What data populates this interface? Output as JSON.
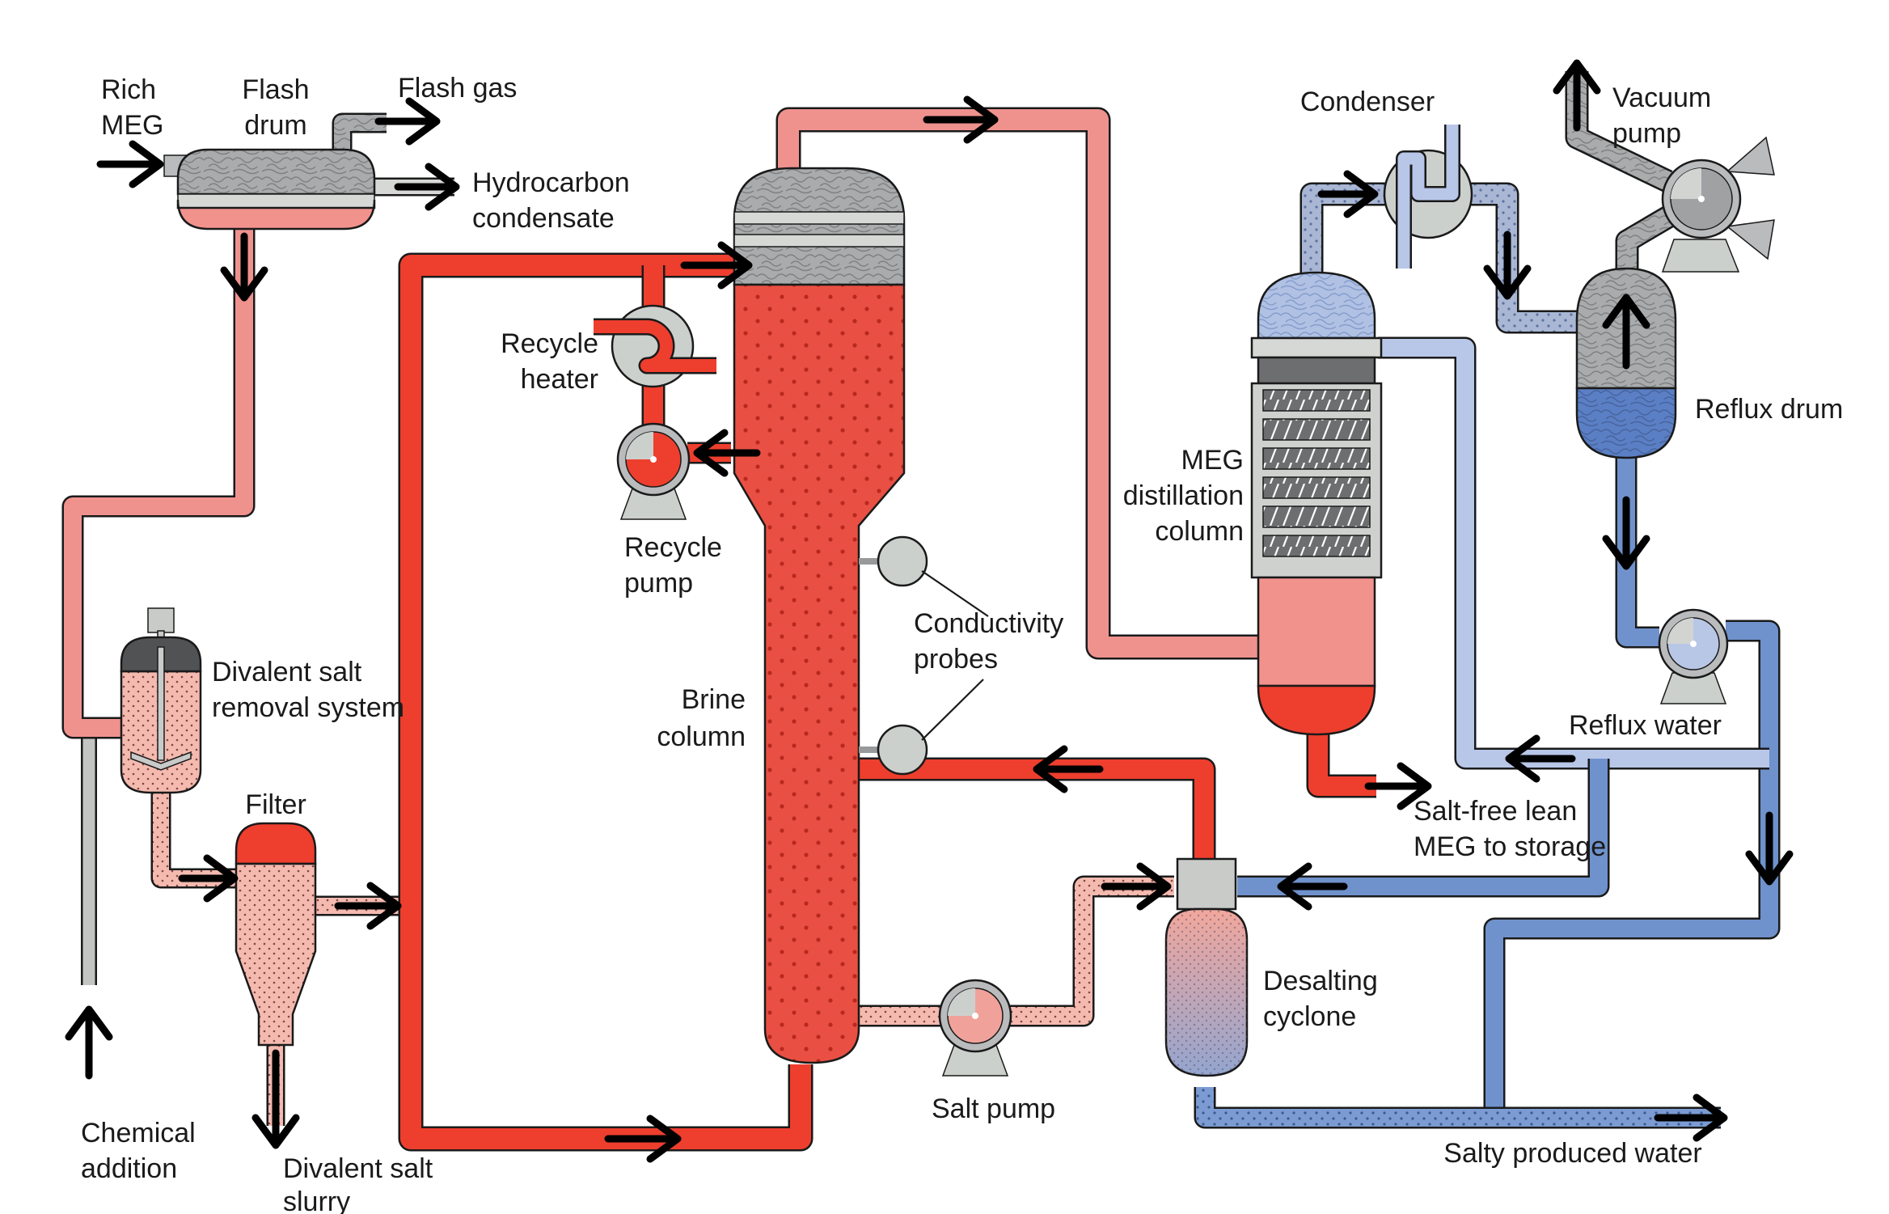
{
  "diagram": {
    "type": "process-flow-diagram",
    "subject": "MEG regeneration and reclamation system"
  },
  "colors": {
    "hot_red": "#ee3e2e",
    "salmon": "#ef928e",
    "speckled_pink": "#f4bab0",
    "speckled_red": "#e95043",
    "pale_blue": "#b8c6e8",
    "mid_blue": "#6f92cc",
    "salty_blue": "#7b9bd2",
    "gray_metal": "#a9abad",
    "light_gray": "#d6d8d6",
    "dark_gray": "#505254",
    "line": "#1a1a1a"
  },
  "labels": {
    "rich_meg": [
      "Rich",
      "MEG"
    ],
    "flash_drum": [
      "Flash",
      "drum"
    ],
    "flash_gas": "Flash gas",
    "hydrocarbon_condensate": [
      "Hydrocarbon",
      "condensate"
    ],
    "recycle_heater": [
      "Recycle",
      "heater"
    ],
    "recycle_pump": [
      "Recycle",
      "pump"
    ],
    "brine_column": [
      "Brine",
      "column"
    ],
    "conductivity_probes": [
      "Conductivity",
      "probes"
    ],
    "divalent_salt_removal": [
      "Divalent salt",
      "removal system"
    ],
    "filter": "Filter",
    "chemical_addition": [
      "Chemical",
      "addition"
    ],
    "divalent_salt_slurry": [
      "Divalent salt",
      "slurry"
    ],
    "salt_pump": "Salt pump",
    "meg_distillation_column": [
      "MEG",
      "distillation",
      "column"
    ],
    "condenser": "Condenser",
    "vacuum_pump": [
      "Vacuum",
      "pump"
    ],
    "reflux_drum": "Reflux drum",
    "reflux_water": "Reflux water",
    "salt_free_lean_meg": [
      "Salt-free lean",
      "MEG to storage"
    ],
    "desalting_cyclone": [
      "Desalting",
      "cyclone"
    ],
    "salty_produced_water": "Salty produced water"
  }
}
